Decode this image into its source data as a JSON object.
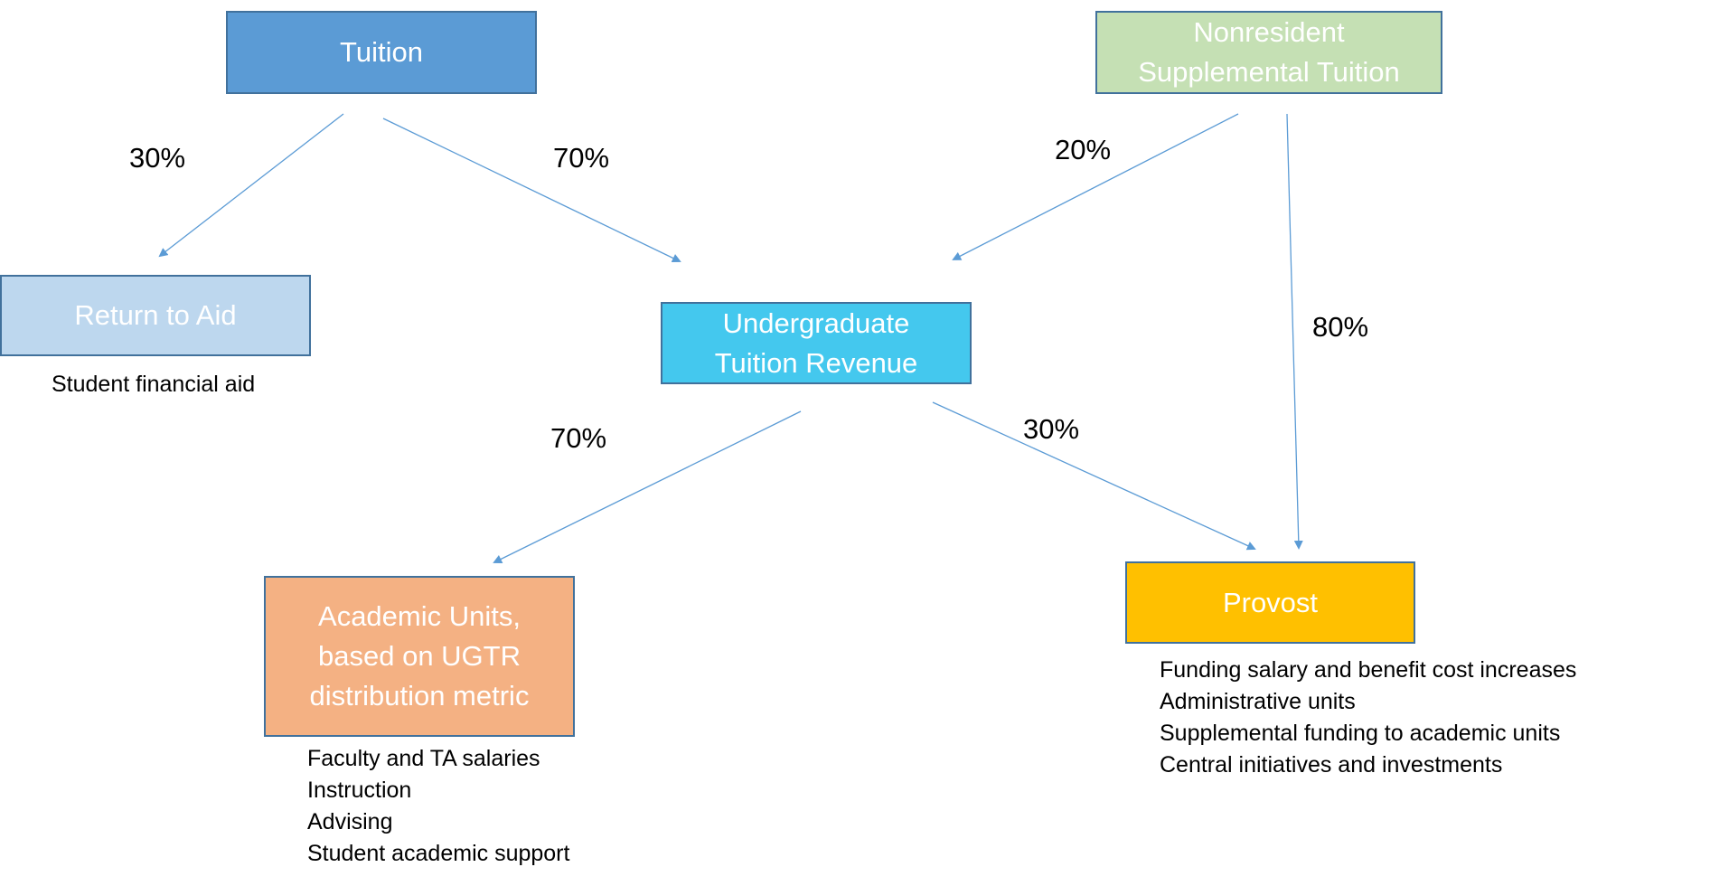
{
  "colors": {
    "tuition": "#5b9bd5",
    "nonresident": "#c5e0b4",
    "return_to_aid": "#bdd7ee",
    "ugtr": "#44c8ee",
    "academic": "#f4b183",
    "provost": "#ffc000",
    "border": "#41719c",
    "arrow": "#5b9bd5"
  },
  "nodes": {
    "tuition": {
      "lines": [
        "Tuition"
      ]
    },
    "nonresident": {
      "lines": [
        "Nonresident",
        "Supplemental Tuition"
      ]
    },
    "return_to_aid": {
      "lines": [
        "Return to Aid"
      ]
    },
    "ugtr": {
      "lines": [
        "Undergraduate",
        "Tuition Revenue"
      ]
    },
    "academic": {
      "lines": [
        "Academic Units,",
        "based on UGTR",
        "distribution metric"
      ]
    },
    "provost": {
      "lines": [
        "Provost"
      ]
    }
  },
  "edges": [
    {
      "from": "tuition",
      "to": "return_to_aid",
      "label": "30%",
      "share": 0.3
    },
    {
      "from": "tuition",
      "to": "ugtr",
      "label": "70%",
      "share": 0.7
    },
    {
      "from": "nonresident",
      "to": "ugtr",
      "label": "20%",
      "share": 0.2
    },
    {
      "from": "nonresident",
      "to": "provost",
      "label": "80%",
      "share": 0.8
    },
    {
      "from": "ugtr",
      "to": "academic",
      "label": "70%",
      "share": 0.7
    },
    {
      "from": "ugtr",
      "to": "provost",
      "label": "30%",
      "share": 0.3
    }
  ],
  "notes": {
    "return_to_aid": [
      "Student financial aid"
    ],
    "academic": [
      "Faculty and TA salaries",
      "Instruction",
      "Advising",
      "Student academic support"
    ],
    "provost": [
      "Funding salary and benefit cost increases",
      "Administrative units",
      "Supplemental funding to academic units",
      "Central initiatives and investments"
    ]
  }
}
